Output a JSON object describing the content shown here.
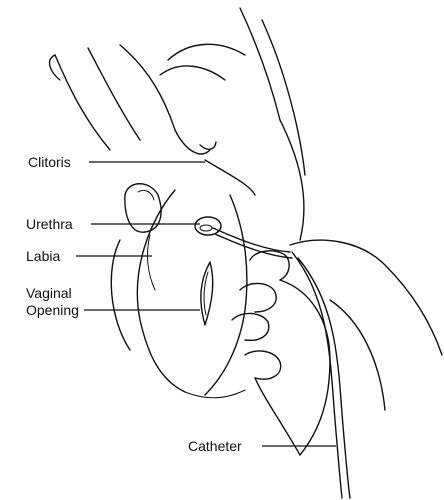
{
  "labels": {
    "clitoris": "Clitoris",
    "urethra": "Urethra",
    "labia": "Labia",
    "vaginal_opening_line1": "Vaginal",
    "vaginal_opening_line2": "Opening",
    "catheter": "Catheter"
  },
  "colors": {
    "ink": "#111111",
    "background": "#ffffff"
  }
}
